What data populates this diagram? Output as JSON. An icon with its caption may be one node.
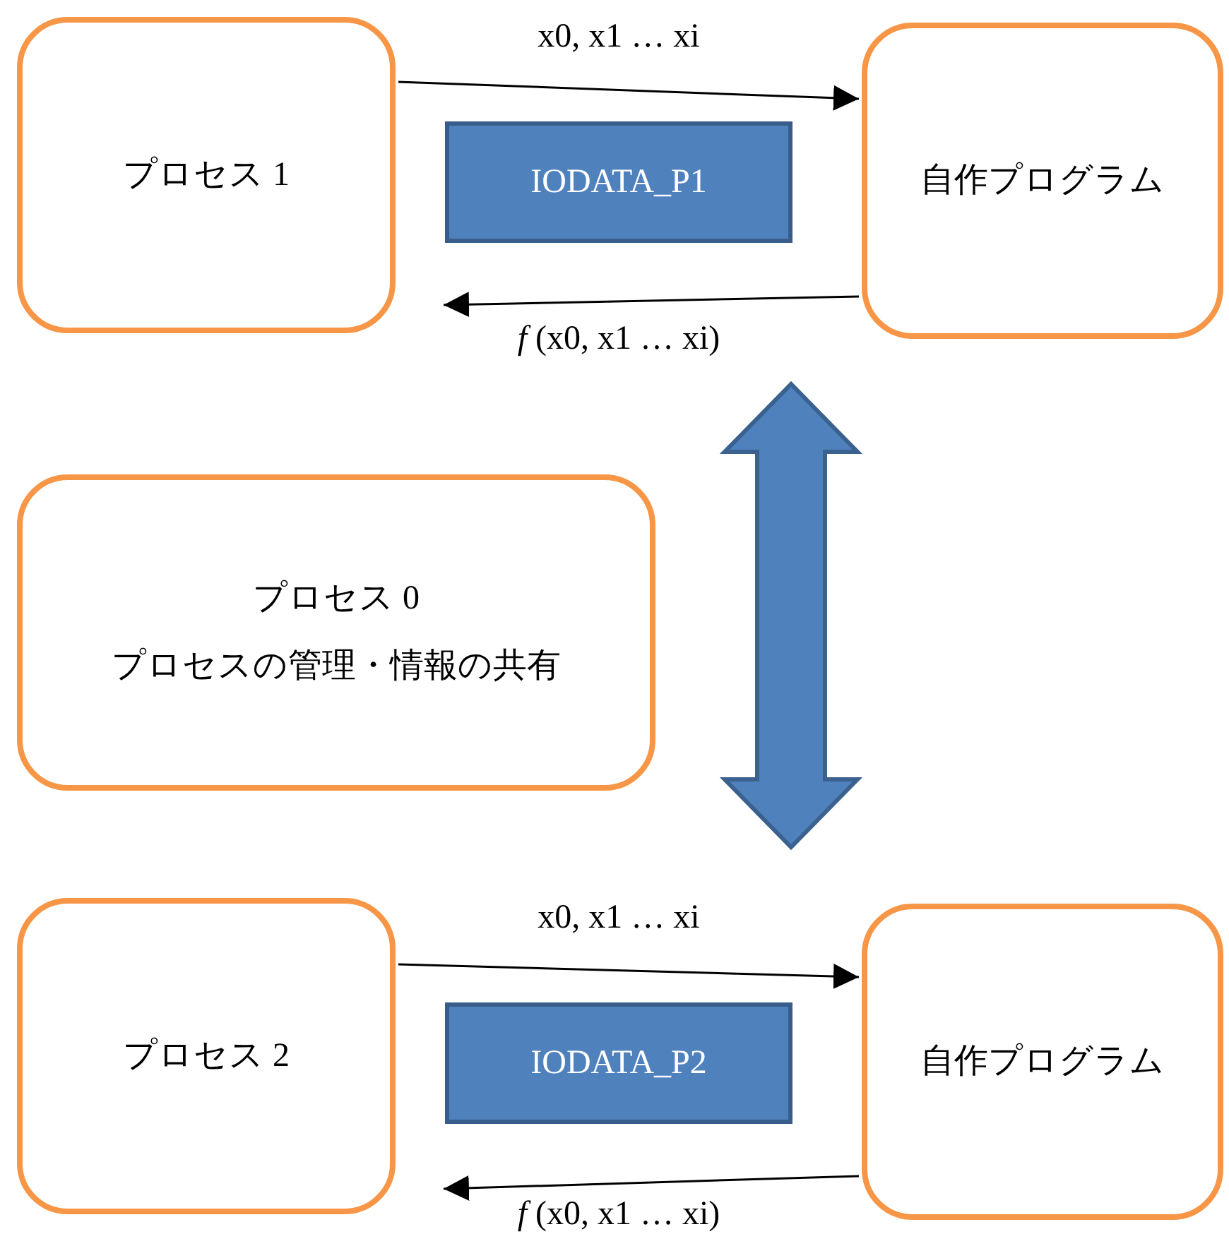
{
  "diagram": {
    "nodes": [
      {
        "text": [
          "プロセス 1"
        ]
      },
      {
        "text": [
          "IODATA_P1"
        ]
      },
      {
        "text": [
          "自作プログラム"
        ]
      },
      {
        "text": [
          "プロセス 0",
          "プロセスの管理・情報の共有"
        ]
      },
      {
        "text": [
          "プロセス 2"
        ]
      },
      {
        "text": [
          "IODATA_P2"
        ]
      },
      {
        "text": [
          "自作プログラム"
        ]
      }
    ],
    "edges": [
      {
        "from": 0,
        "to": 2,
        "arrow": "to",
        "label": "x0, x1 … xi"
      },
      {
        "from": 2,
        "to": 0,
        "arrow": "to",
        "label": "*f* (x0, x1 … xi)"
      },
      {
        "from": 1,
        "to": 5,
        "arrow": "both",
        "style": "thick",
        "color": "#4f81bd"
      },
      {
        "from": 4,
        "to": 6,
        "arrow": "to",
        "label": "x0, x1 … xi"
      },
      {
        "from": 6,
        "to": 4,
        "arrow": "to",
        "label": "*f* (x0, x1 … xi)"
      }
    ]
  }
}
